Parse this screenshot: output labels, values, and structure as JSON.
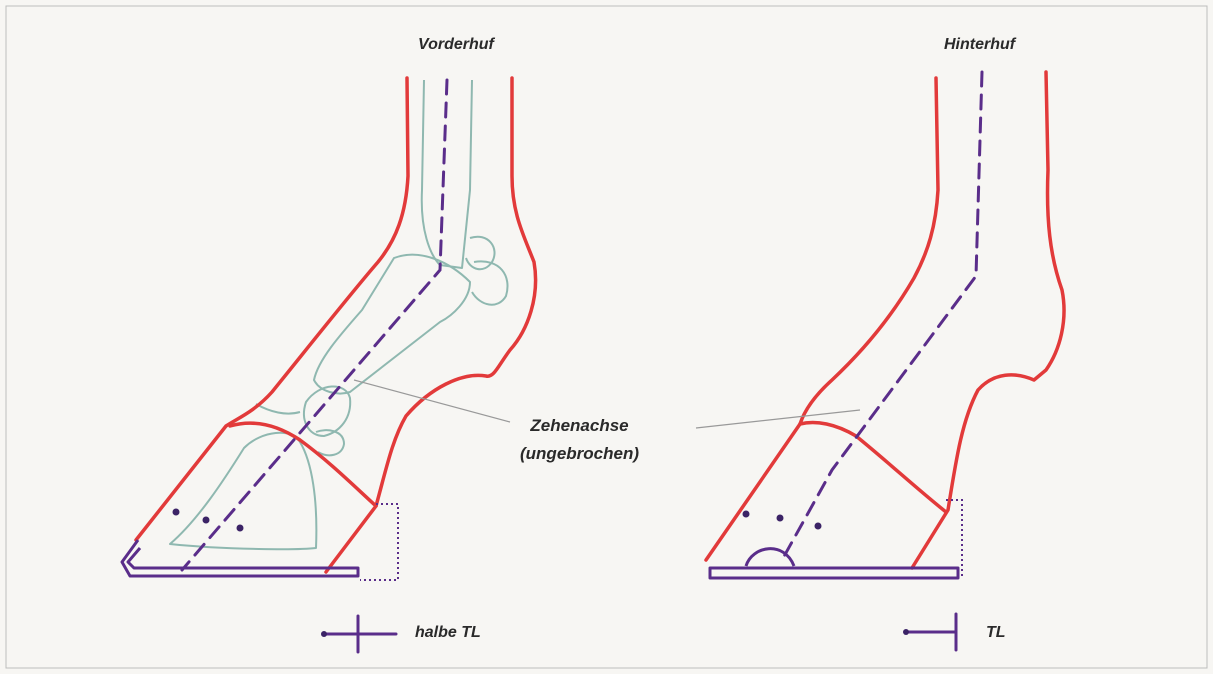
{
  "labels": {
    "front_hoof": "Vorderhuf",
    "hind_hoof": "Hinterhuf",
    "axis_line1": "Zehenachse",
    "axis_line2": "(ungebrochen)",
    "scale_front": "halbe TL",
    "scale_hind": "TL"
  },
  "colors": {
    "outline": "#e23a3a",
    "bone": "#8fb8b0",
    "axis_and_shoe": "#5a2d8a"
  }
}
